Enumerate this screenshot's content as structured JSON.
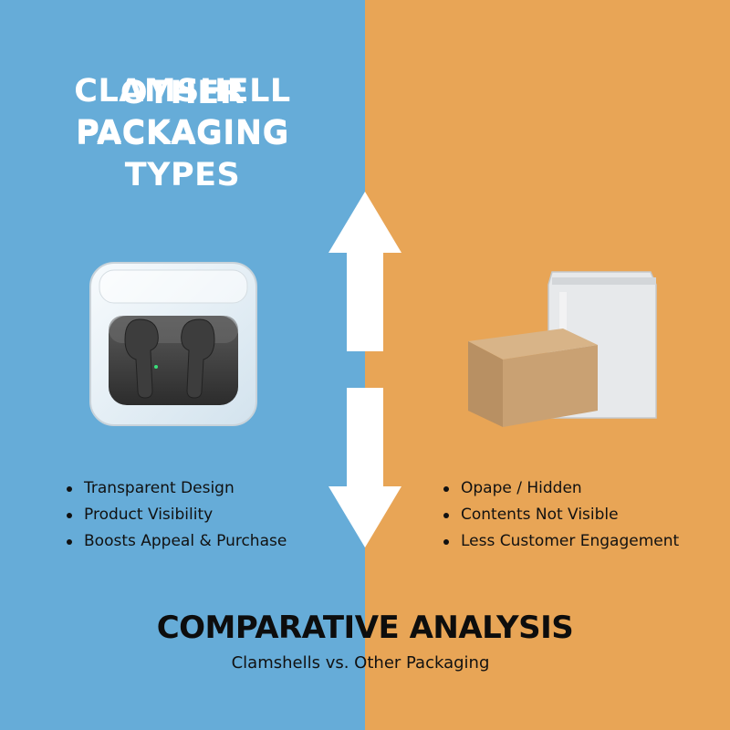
{
  "colors": {
    "left_bg": "#66acd8",
    "right_bg": "#e8a556",
    "arrow": "#ffffff",
    "text_dark": "#111111"
  },
  "left": {
    "heading_lines": [
      "CLAMSHELL",
      "PACKAGING"
    ],
    "bullets": [
      "Transparent Design",
      "Product Visibility",
      "Boosts Appeal & Purchase"
    ],
    "illustration_icon": "earbuds-clamshell-icon"
  },
  "right": {
    "heading_lines": [
      "OTHER",
      "PACKAGING",
      "TYPES"
    ],
    "bullets": [
      "Opape / Hidden",
      "Contents Not Visible",
      "Less Customer Engagement"
    ],
    "illustration_icon": "box-and-pouch-icon"
  },
  "center": {
    "icon": "up-down-arrows-icon"
  },
  "footer": {
    "title": "COMPARATIVE ANALYSIS",
    "subtitle": "Clamshells vs. Other Packaging"
  }
}
